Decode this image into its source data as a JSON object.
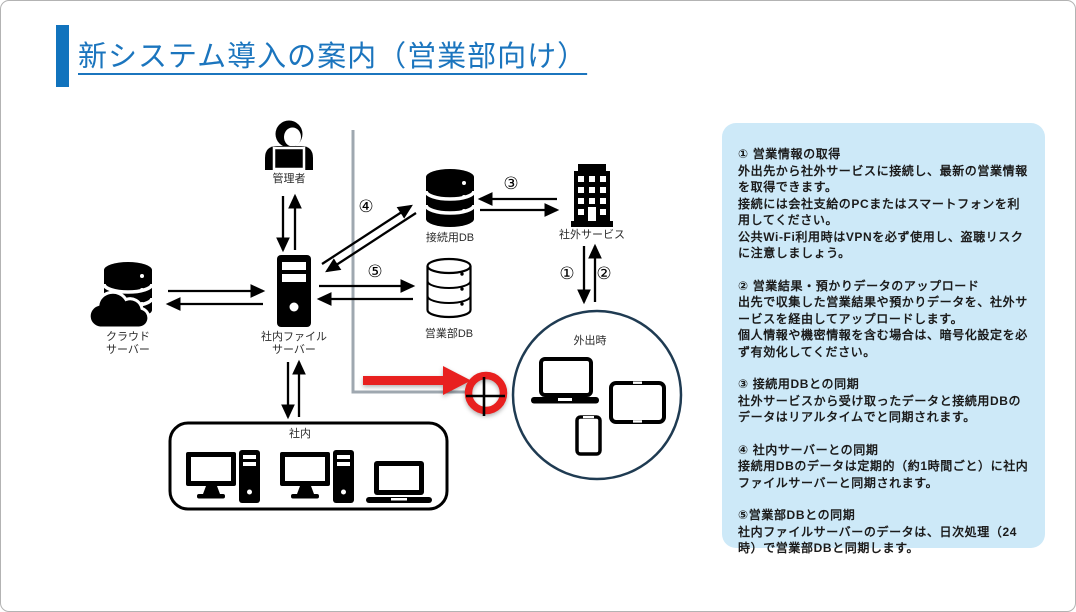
{
  "title": {
    "text": "新システム導入の案内（営業部向け）"
  },
  "colors": {
    "accent_blue": "#1173BD",
    "title_blue": "#1B75BE",
    "panel_bg": "#CDE9F8",
    "annotation_red": "#E8201F",
    "connector_gray": "#9FA8B0",
    "out_circle_navy": "#1F3B52"
  },
  "diagram": {
    "nodes": {
      "admin": {
        "label": "管理者"
      },
      "cloud_server": {
        "label_line1": "クラウド",
        "label_line2": "サーバー"
      },
      "file_server": {
        "label_line1": "社内ファイル",
        "label_line2": "サーバー"
      },
      "connection_db": {
        "label": "接続用DB"
      },
      "external_service": {
        "label": "社外サービス"
      },
      "sales_db": {
        "label": "営業部DB"
      },
      "out_of_office": {
        "label": "外出時"
      },
      "office": {
        "label": "社内"
      }
    },
    "arrow_labels": {
      "a1": "①",
      "a2": "②",
      "a3": "③",
      "a4": "④",
      "a5": "⑤"
    }
  },
  "panel": {
    "sections": [
      {
        "heading": "① 営業情報の取得",
        "lines": [
          "外出先から社外サービスに接続し、最新の営業情報を取得できます。",
          "接続には会社支給のPCまたはスマートフォンを利用してください。",
          "公共Wi-Fi利用時はVPNを必ず使用し、盗聴リスクに注意しましょう。"
        ]
      },
      {
        "heading": "② 営業結果・預かりデータのアップロード",
        "lines": [
          "出先で収集した営業結果や預かりデータを、社外サービスを経由してアップロードします。",
          "個人情報や機密情報を含む場合は、暗号化設定を必ず有効化してください。"
        ]
      },
      {
        "heading": "③ 接続用DBとの同期",
        "lines": [
          "社外サービスから受け取ったデータと接続用DBのデータはリアルタイムでと同期されます。"
        ]
      },
      {
        "heading": "④ 社内サーバーとの同期",
        "lines": [
          "接続用DBのデータは定期的（約1時間ごと）に社内ファイルサーバーと同期されます。"
        ]
      },
      {
        "heading": "⑤営業部DBとの同期",
        "lines": [
          "社内ファイルサーバーのデータは、日次処理（24時）で営業部DBと同期します。"
        ]
      }
    ]
  }
}
